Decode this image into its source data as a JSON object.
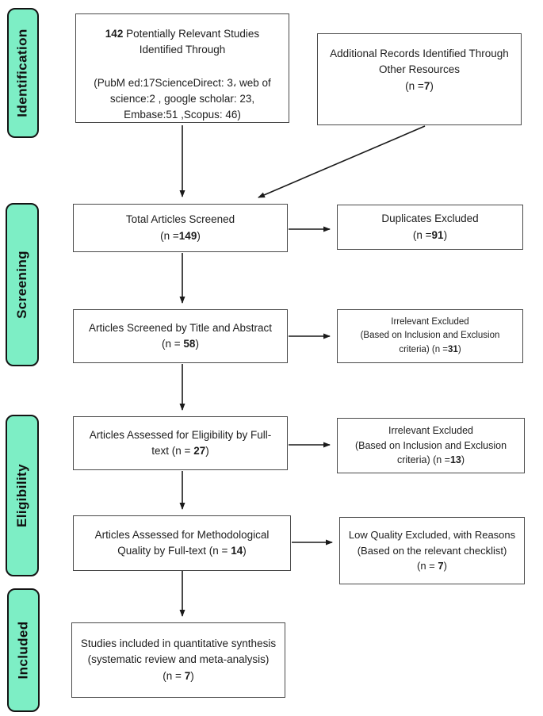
{
  "diagram_title": "PRISMA study selection flow diagram",
  "colors": {
    "stage_fill": "#7DEEC5",
    "stage_border": "#141414",
    "box_border": "#4A4A4A",
    "arrow": "#1A1A1A",
    "background": "#FFFFFF"
  },
  "stages": {
    "identification": "Identification",
    "screening": "Screening",
    "eligibility": "Eligibility",
    "included": "Included"
  },
  "boxes": {
    "identified": {
      "count_bold": "142",
      "title_rest": " Potentially Relevant Studies Identified Through",
      "sources": "(PubM ed:17ScienceDirect: 3، web of science:2 , google scholar: 23, Embase:51 ,Scopus: 46)"
    },
    "additional": {
      "line1": "Additional Records Identified Through Other Resources",
      "n_pre": "(n =",
      "n_bold": "7",
      "n_post": ")"
    },
    "screened": {
      "line1": "Total Articles Screened",
      "n_pre": "(n =",
      "n_bold": "149",
      "n_post": ")"
    },
    "duplicates": {
      "line1": "Duplicates Excluded",
      "n_pre": "(n =",
      "n_bold": "91",
      "n_post": ")"
    },
    "title_abstract": {
      "line1": "Articles Screened by Title and Abstract",
      "n_pre": "(n = ",
      "n_bold": "58",
      "n_post": ")"
    },
    "irrelevant1": {
      "line1": "Irrelevant Excluded",
      "line2_pre": "(Based on Inclusion and Exclusion criteria)  (n =",
      "n_bold": "31",
      "n_post": ")"
    },
    "eligibility_fulltext": {
      "text_pre": "Articles Assessed for Eligibility by Full-text (n = ",
      "n_bold": "27",
      "n_post": ")"
    },
    "irrelevant2": {
      "line1": "Irrelevant Excluded",
      "line2_pre": "(Based on Inclusion and Exclusion criteria) (n =",
      "n_bold": "13",
      "n_post": ")"
    },
    "methodological": {
      "text_pre": "Articles Assessed for Methodological Quality by Full-text (n = ",
      "n_bold": "14",
      "n_post": ")"
    },
    "low_quality": {
      "line1": "Low Quality Excluded, with Reasons",
      "line2": "(Based on the relevant checklist)",
      "n_pre": "(n = ",
      "n_bold": "7",
      "n_post": ")"
    },
    "included_final": {
      "line1": "Studies included in quantitative synthesis (systematic review and meta-analysis)",
      "n_pre": "(n = ",
      "n_bold": "7",
      "n_post": ")"
    }
  }
}
